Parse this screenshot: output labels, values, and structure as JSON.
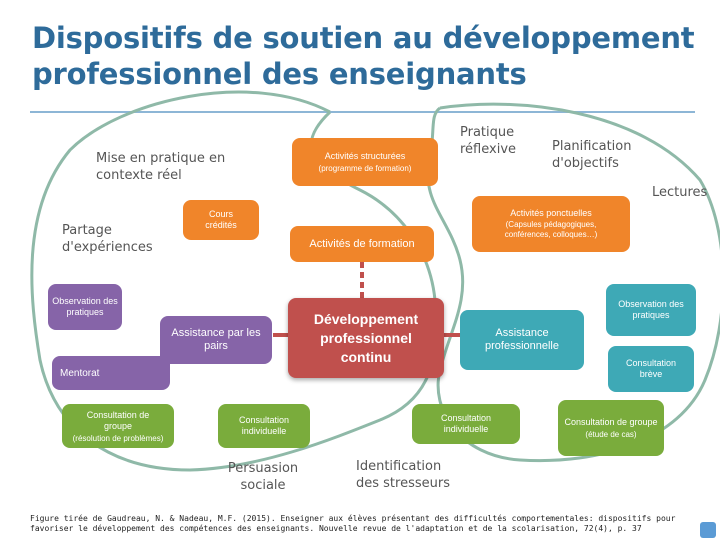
{
  "title": "Dispositifs de soutien au développement professionnel des enseignants",
  "center": {
    "label": "Développement professionnel continu"
  },
  "branches": {
    "formation": {
      "label": "Activités de formation",
      "structured": {
        "label": "Activités structurées",
        "sub": "(programme de formation)"
      },
      "courses": "Cours crédités",
      "punctual": {
        "label": "Activités ponctuelles",
        "sub": "(Capsules pédagogiques, conférences, colloques…)"
      }
    },
    "peer": {
      "label": "Assistance par les pairs",
      "observation": "Observation des pratiques",
      "mentorat": "Mentorat",
      "group": {
        "label": "Consultation de groupe",
        "sub": "(résolution de problèmes)"
      },
      "individual": "Consultation individuelle"
    },
    "pro": {
      "label": "Assistance professionnelle",
      "observation": "Observation des pratiques",
      "brief": "Consultation brève",
      "individual": "Consultation individuelle",
      "group": {
        "label": "Consultation de groupe",
        "sub": "(étude de cas)"
      }
    }
  },
  "floating_labels": {
    "practice": "Mise en pratique en contexte réel",
    "sharing": "Partage d'expériences",
    "reflexive": "Pratique réflexive",
    "planning": "Planification d'objectifs",
    "readings": "Lectures",
    "persuasion": "Persuasion sociale",
    "stress": "Identification des stresseurs"
  },
  "caption": "Figure tirée de Gaudreau, N. & Nadeau, M.F. (2015). Enseigner aux élèves présentant des difficultés comportementales: dispositifs pour favoriser le développement des compétences des enseignants. Nouvelle revue de l'adaptation et de la scolarisation, 72(4), p. 37",
  "colors": {
    "title": "#2e6b9a",
    "formation": "#f0852a",
    "peer": "#8664a8",
    "center": "#c0504d",
    "pro": "#3ea9b6",
    "consultation": "#7aac3c",
    "outline": "#8fb9a8",
    "connector": "#c0504d"
  }
}
